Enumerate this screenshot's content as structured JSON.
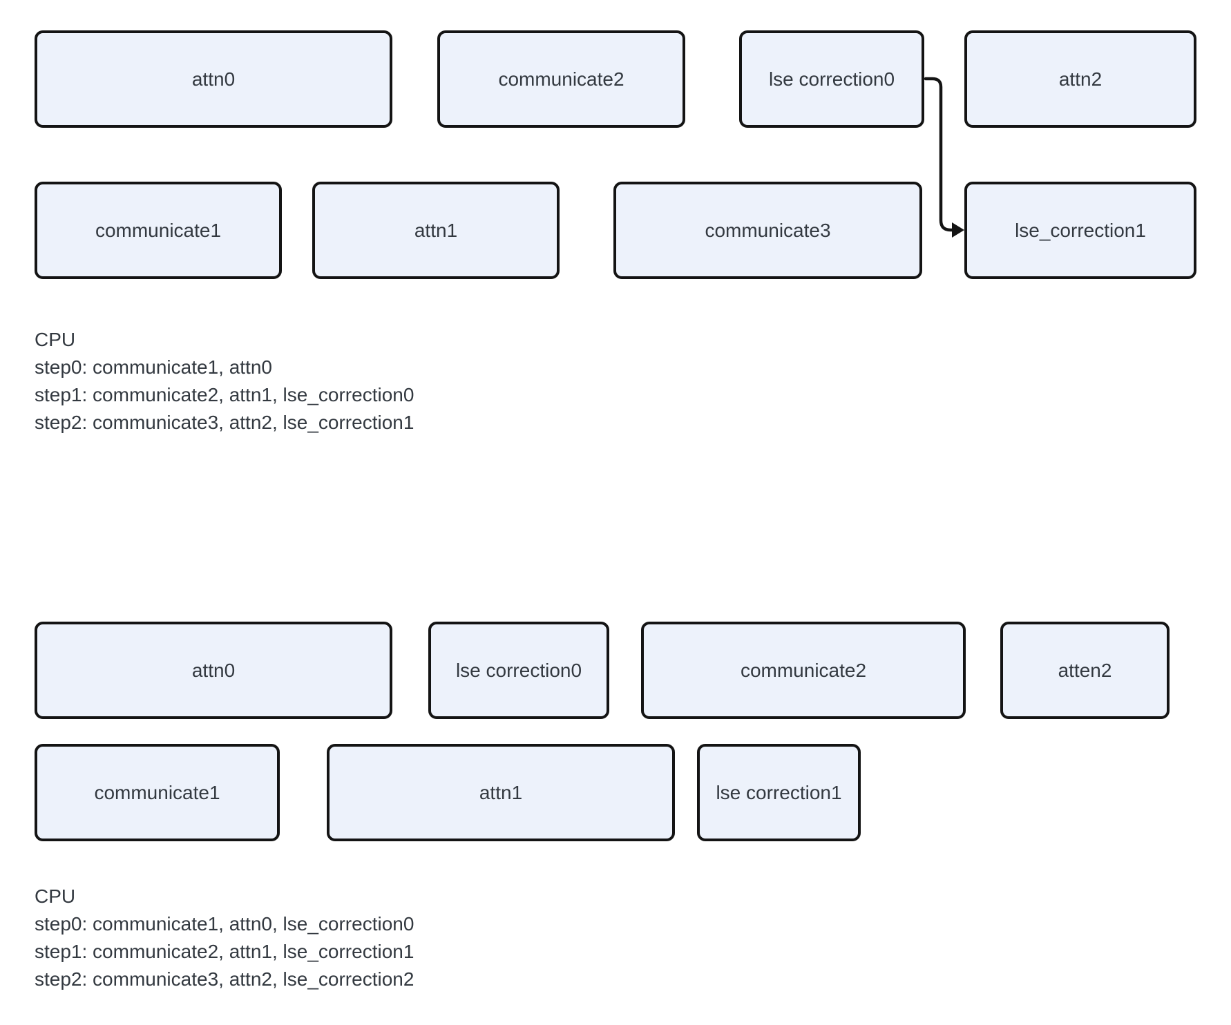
{
  "section1": {
    "row1": [
      "attn0",
      "communicate2",
      "lse correction0",
      "attn2"
    ],
    "row2": [
      "communicate1",
      "attn1",
      "communicate3",
      "lse_correction1"
    ],
    "cpu": {
      "title": "CPU",
      "step0": "step0: communicate1, attn0",
      "step1": "step1: communicate2, attn1, lse_correction0",
      "step2": "step2: communicate3, attn2, lse_correction1"
    }
  },
  "section2": {
    "row1": [
      "attn0",
      "lse correction0",
      "communicate2",
      "atten2"
    ],
    "row2": [
      "communicate1",
      "attn1",
      "lse correction1"
    ],
    "cpu": {
      "title": "CPU",
      "step0": "step0: communicate1, attn0, lse_correction0",
      "step1": "step1: communicate2, attn1, lse_correction1",
      "step2": "step2: communicate3, attn2, lse_correction2"
    }
  },
  "colors": {
    "node_fill": "#edf2fb",
    "node_border": "#141414",
    "text_color": "#333940",
    "background": "#ffffff",
    "arrow": "#141414"
  }
}
